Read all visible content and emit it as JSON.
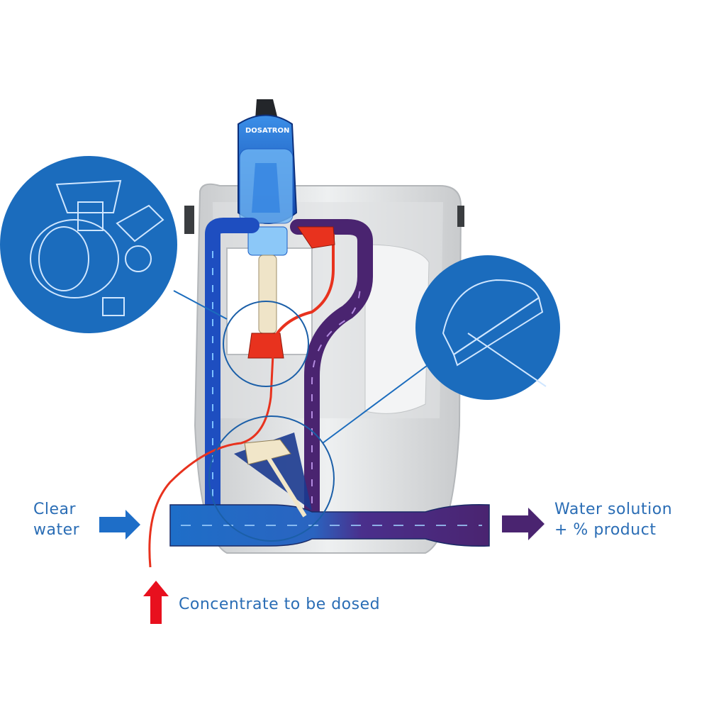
{
  "labels": {
    "inlet_line1": "Clear",
    "inlet_line2": "water",
    "outlet_line1": "Water solution",
    "outlet_line2": "+ % product",
    "concentrate": "Concentrate to be dosed",
    "brand": "DOSATRON"
  },
  "colors": {
    "clear_water": "#1e6ec8",
    "concentrate": "#e8321e",
    "solution": "#4a2470",
    "label_text": "#2a6db5",
    "callout_fill": "#1b6cbd",
    "housing": "#e4e5e6"
  },
  "icons": [
    "inlet-arrow-icon",
    "outlet-arrow-icon",
    "concentrate-arrow-icon"
  ]
}
